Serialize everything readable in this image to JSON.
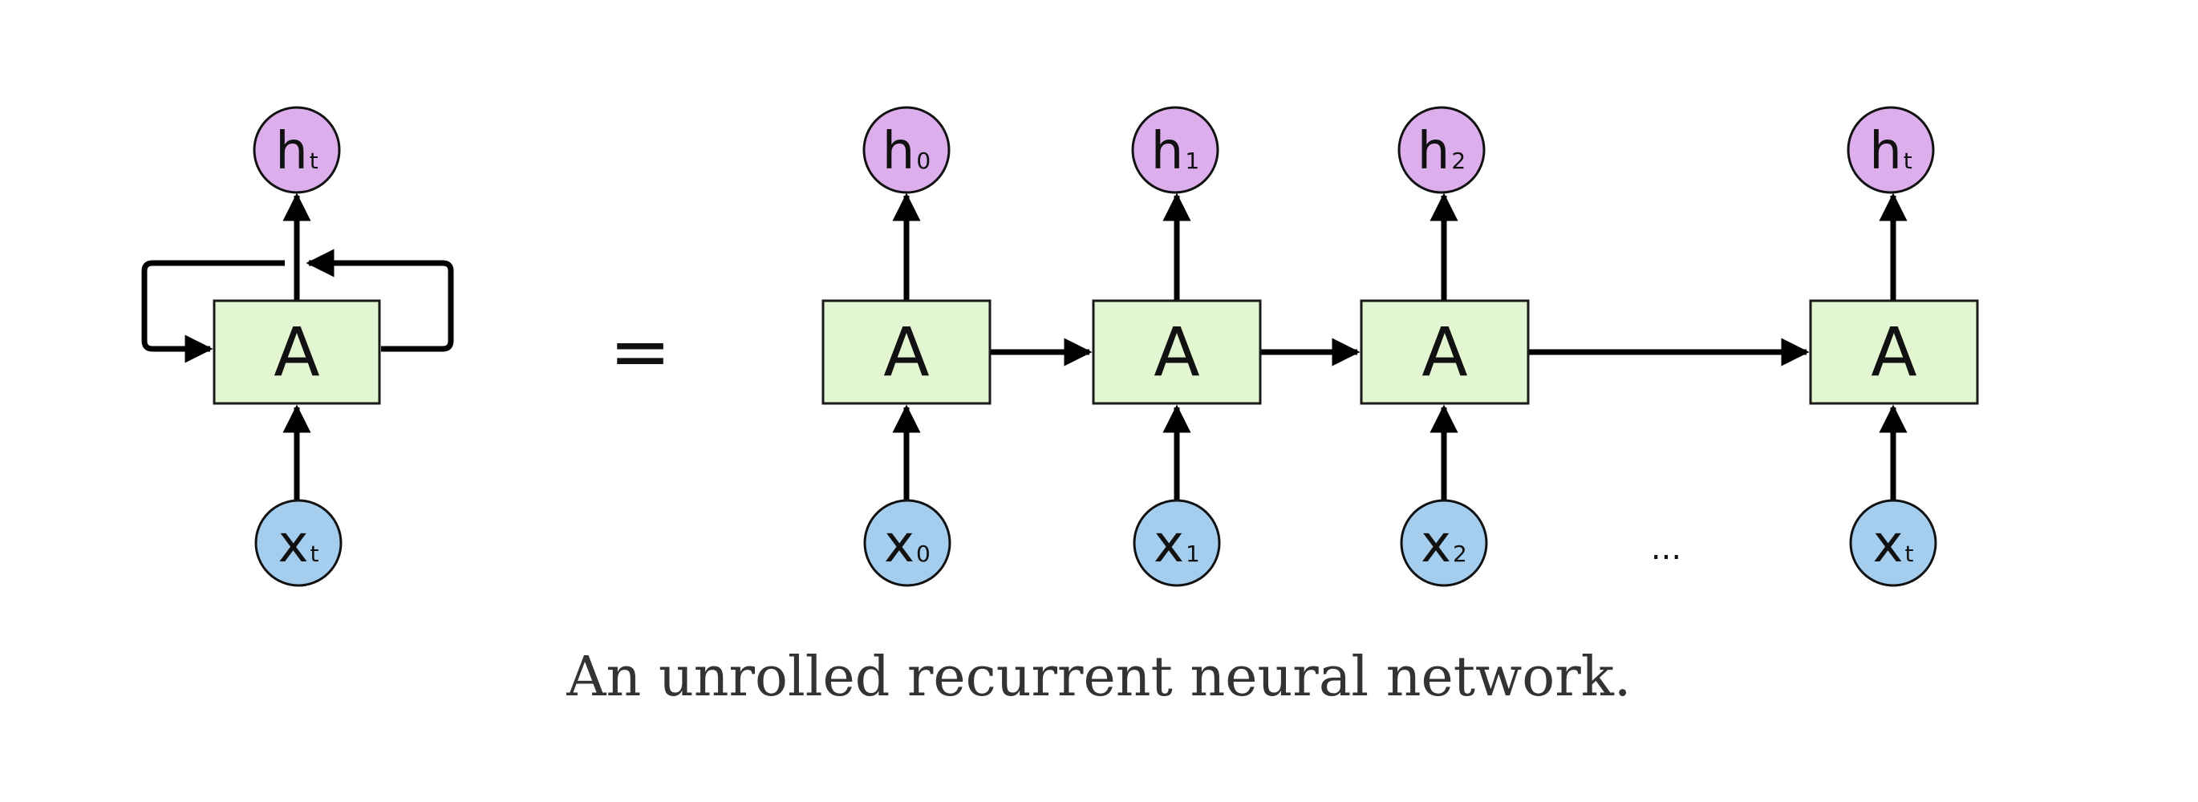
{
  "caption": "An unrolled recurrent neural network.",
  "equals_sign": "=",
  "ellipsis": "...",
  "colors": {
    "cell_fill": "#e2f6d2",
    "hidden_node_fill": "#ddaeec",
    "input_node_fill": "#a4cdee",
    "line": "#000000"
  },
  "rolled": {
    "cell_label": "A",
    "hidden": {
      "main": "h",
      "sub": "t"
    },
    "input": {
      "main": "x",
      "sub": "t"
    }
  },
  "unrolled": [
    {
      "cell_label": "A",
      "hidden": {
        "main": "h",
        "sub": "0"
      },
      "input": {
        "main": "x",
        "sub": "0"
      }
    },
    {
      "cell_label": "A",
      "hidden": {
        "main": "h",
        "sub": "1"
      },
      "input": {
        "main": "x",
        "sub": "1"
      }
    },
    {
      "cell_label": "A",
      "hidden": {
        "main": "h",
        "sub": "2"
      },
      "input": {
        "main": "x",
        "sub": "2"
      }
    },
    {
      "cell_label": "A",
      "hidden": {
        "main": "h",
        "sub": "t"
      },
      "input": {
        "main": "x",
        "sub": "t"
      }
    }
  ]
}
